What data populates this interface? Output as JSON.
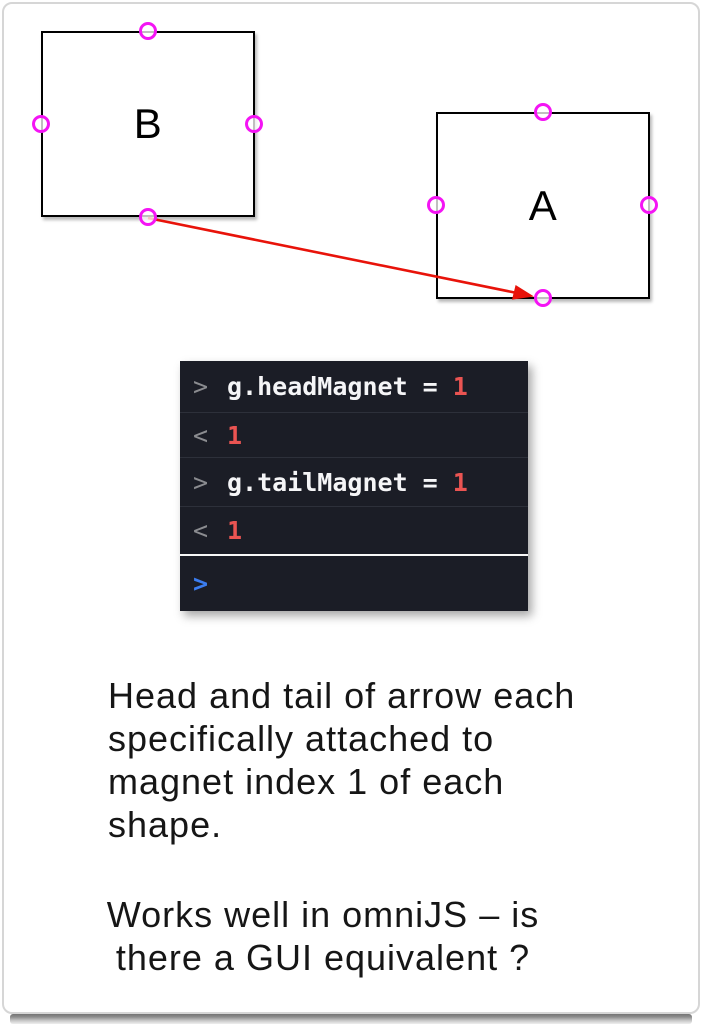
{
  "diagram": {
    "shapes": [
      {
        "label": "B"
      },
      {
        "label": "A"
      }
    ]
  },
  "console": {
    "rows": [
      {
        "prompt": ">",
        "expression": "g.headMagnet",
        "operator": "=",
        "value": "1"
      },
      {
        "prompt": "<",
        "value": "1"
      },
      {
        "prompt": ">",
        "expression": "g.tailMagnet",
        "operator": "=",
        "value": "1"
      },
      {
        "prompt": "<",
        "value": "1"
      },
      {
        "prompt": ">"
      }
    ]
  },
  "captions": {
    "paragraph1": "Head and tail of arrow each\nspecifically attached to\nmagnet index 1 of each\nshape.",
    "paragraph2": "Works well in omniJS – is\nthere a GUI equivalent ?"
  },
  "colors": {
    "magnet": "#f414f4",
    "arrow": "#e8130a",
    "console-bg": "#1b1d26",
    "console-separator": "#2d303a",
    "console-divider": "#f8f8f8",
    "console-prompt": "#8b8c90",
    "console-text": "#f5f5f7",
    "console-number": "#ea5452",
    "console-active-prompt": "#3b7df0",
    "shape-border": "#000000",
    "caption-text": "#161616",
    "card-border": "#d6d6d6"
  }
}
